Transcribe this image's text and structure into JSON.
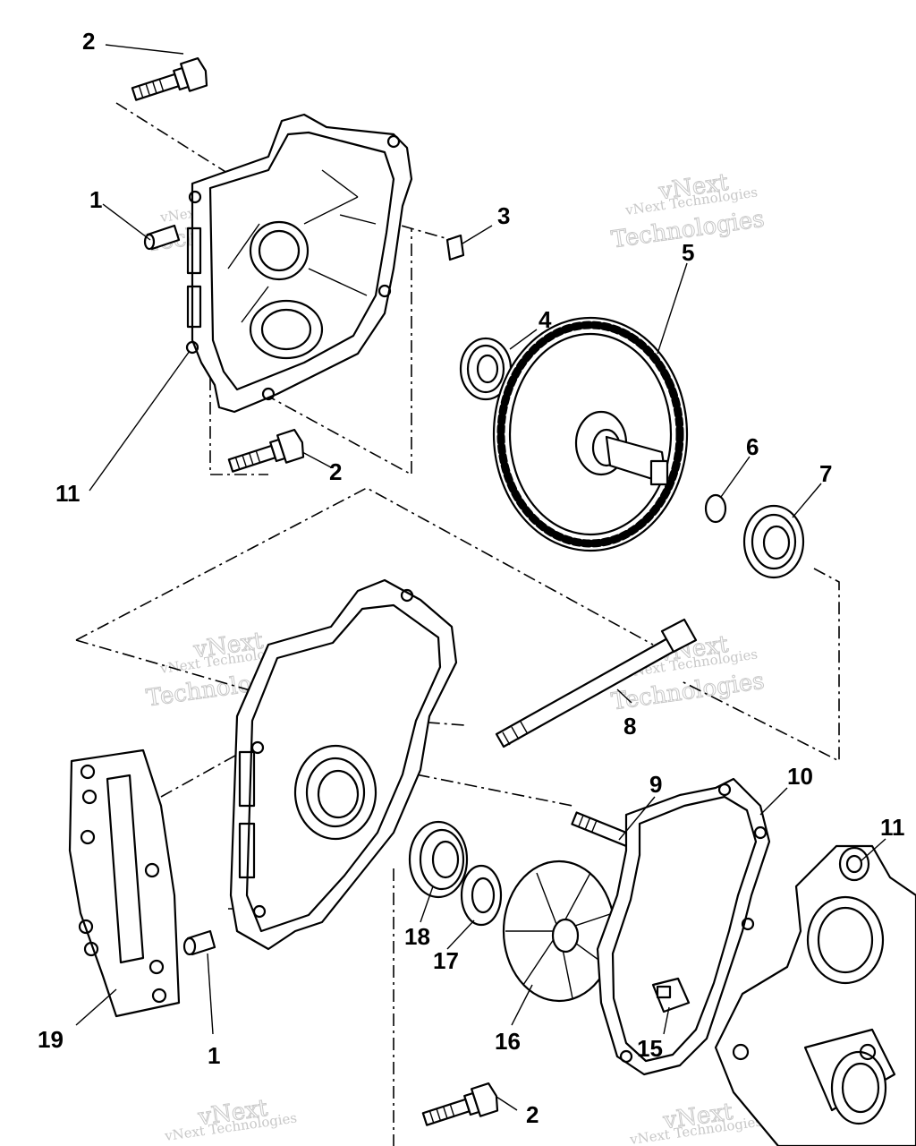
{
  "labels": {
    "p1a": "1",
    "p1b": "1",
    "p2a": "2",
    "p2b": "2",
    "p2c": "2",
    "p3": "3",
    "p4": "4",
    "p5": "5",
    "p6": "6",
    "p7": "7",
    "p8": "8",
    "p9": "9",
    "p10": "10",
    "p11a": "11",
    "p11b": "11",
    "p15": "15",
    "p16": "16",
    "p17": "17",
    "p18": "18",
    "p19": "19"
  },
  "watermark": {
    "line1": "vNext Technologies",
    "line2": "vNext",
    "line3": "Technologies"
  },
  "colors": {
    "ink": "#000000",
    "watermark": "#c8c8c8"
  }
}
